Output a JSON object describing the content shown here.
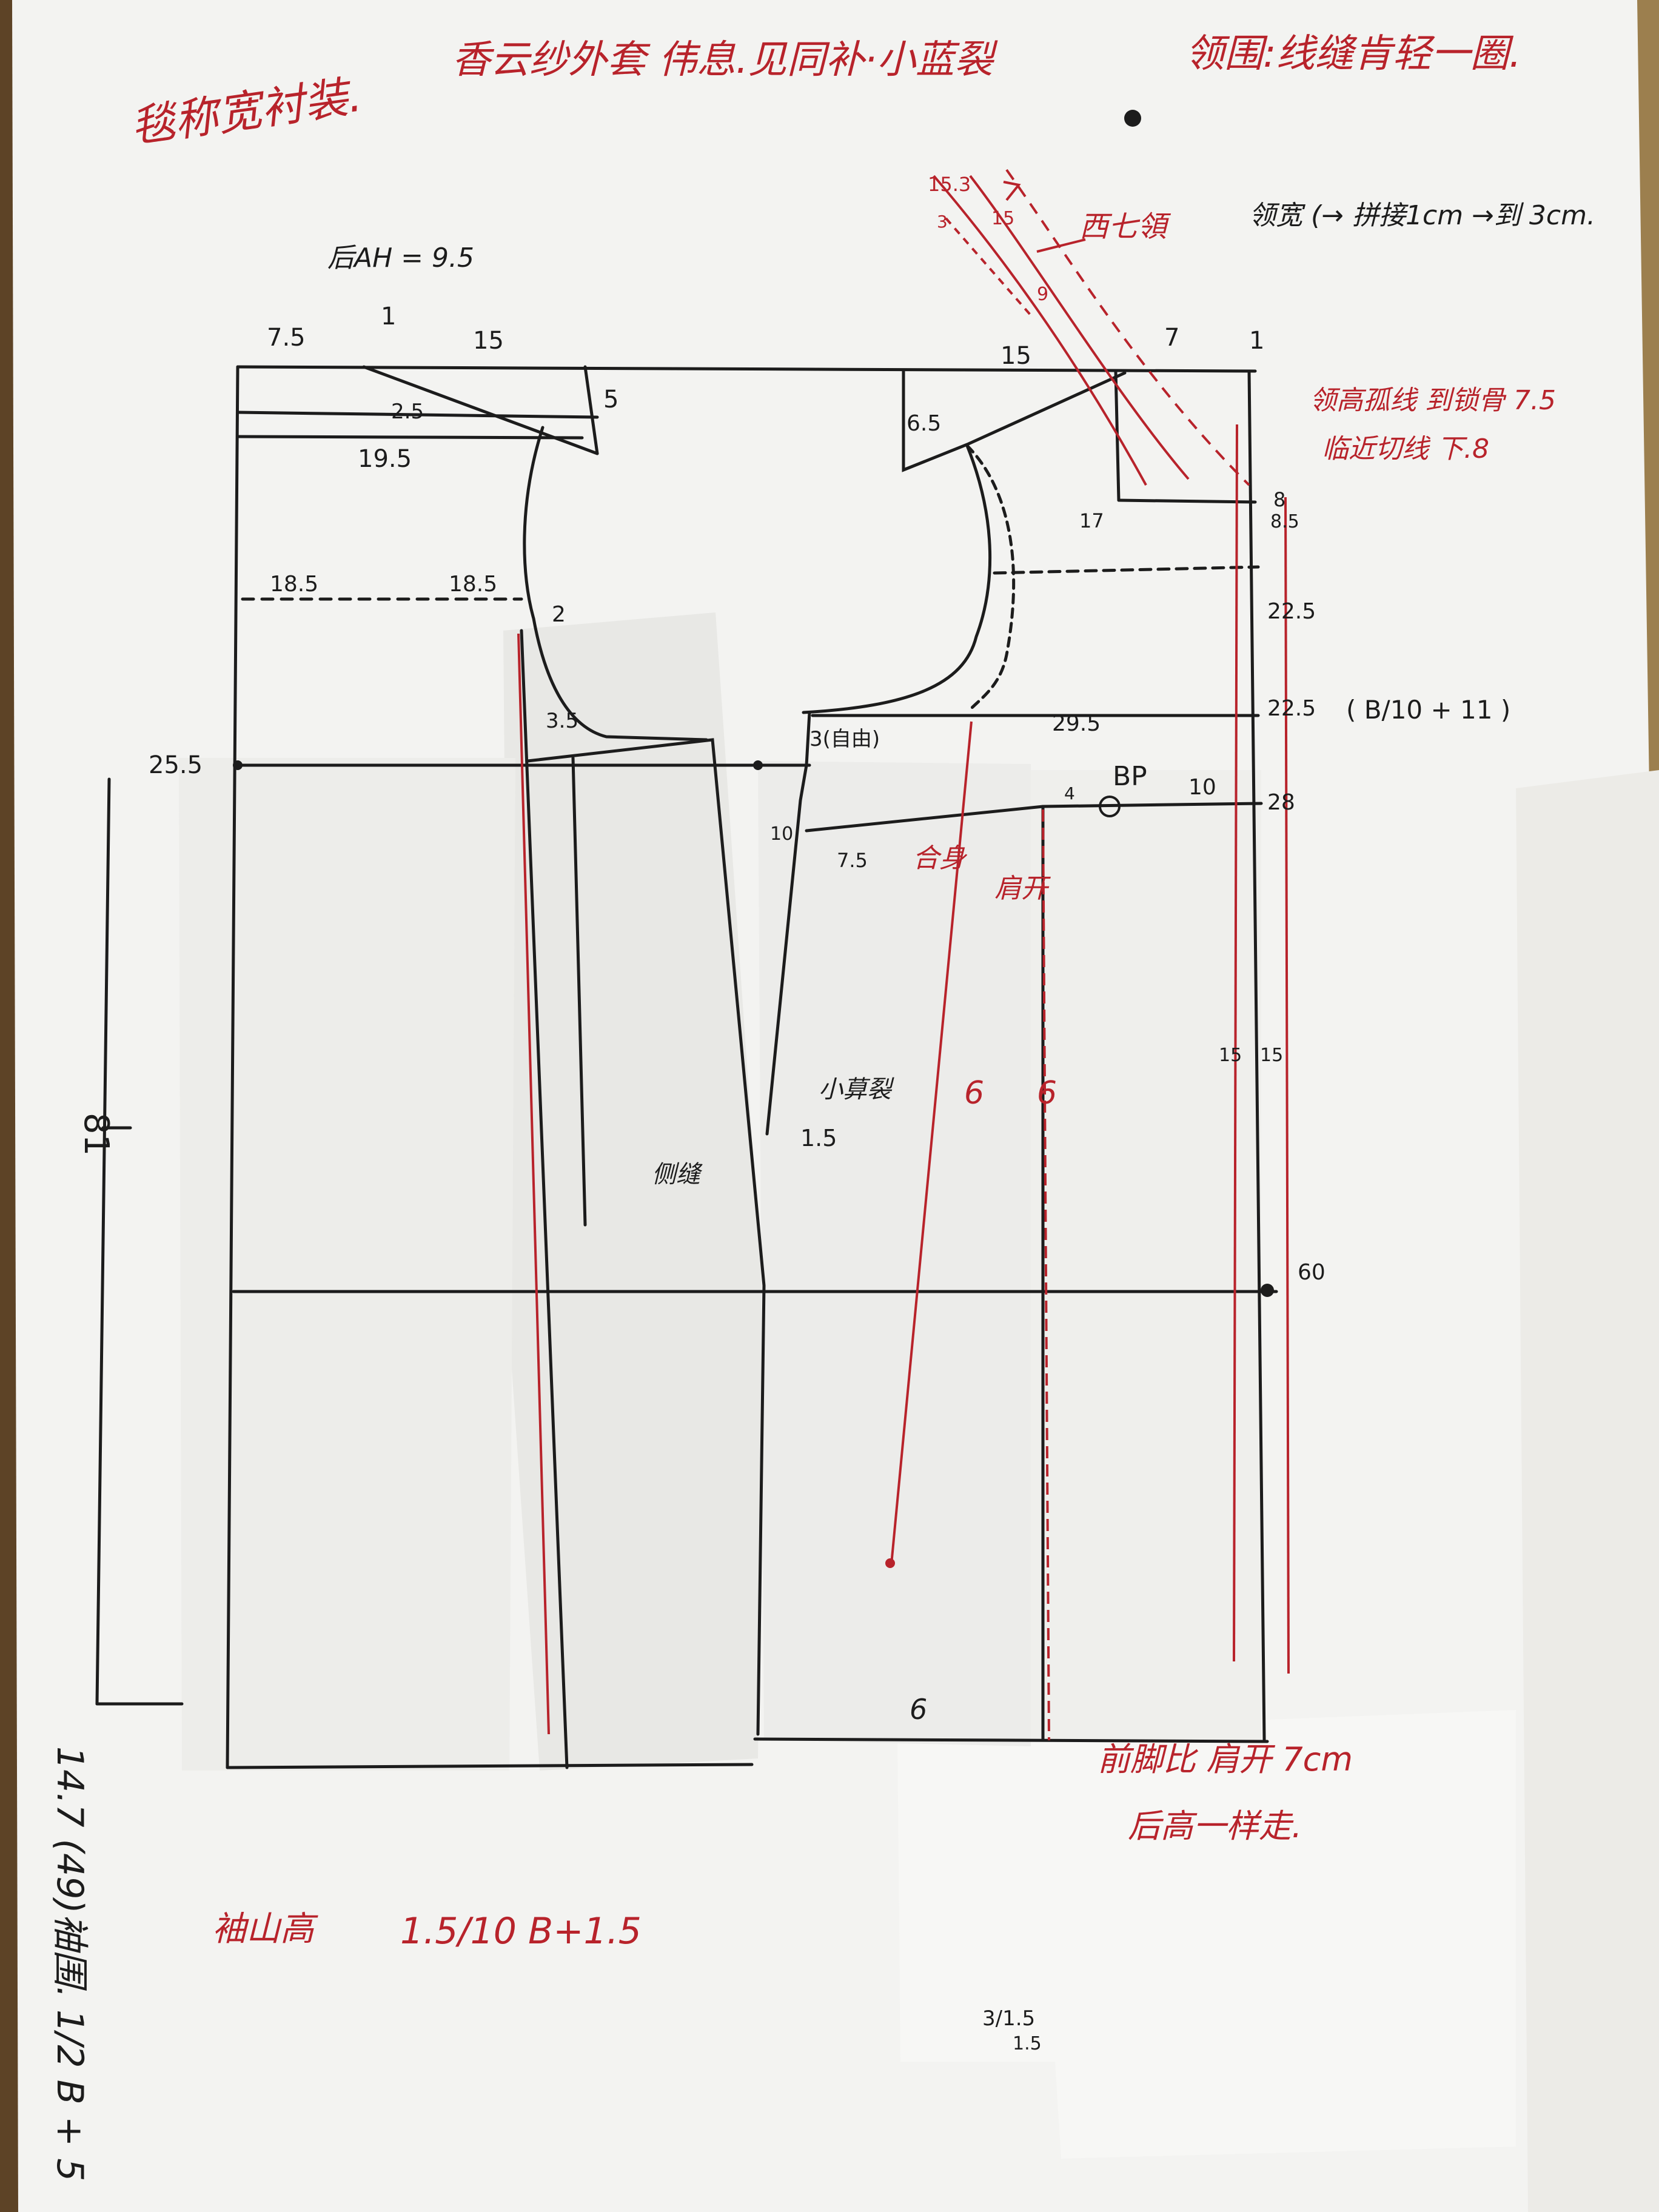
{
  "colors": {
    "table": "#9c7f4e",
    "paper": "#f4f4f2",
    "paper_shade": "#e9e9e6",
    "black_ink": "#1c1c1c",
    "red_ink": "#b8232b"
  },
  "notes_red": {
    "top_left_title": "毯称宽衬装.",
    "top_center": "香云纱外套 伟息.见同补·小蓝裂",
    "top_right": "领围:线缝肯轻一圈.",
    "collar_label": "西七領",
    "right_note_1": "领高孤线 到锁骨 7.5",
    "right_note_2": "临近切线 下.8",
    "side_front": "合身",
    "front": "肩开",
    "cuff_note_1": "前脚比 肩开 7cm",
    "cuff_note_2": "后高一样走.",
    "bottom_formula_label": "袖山高",
    "bottom_formula": "1.5/10 B+1.5"
  },
  "notes_black": {
    "back_armhole": "后AH = 9.5",
    "collar_width_note": "领宽 (→ 拼接1cm →到 3cm."
  },
  "measurements": {
    "back_neck_w": "7.5",
    "back_neck_h": "1",
    "shoulder_len": "15",
    "shoulder_drop": "5",
    "back_slope": "2.5",
    "back_width_line": "19.5",
    "back_cross_l": "18.5",
    "back_cross_r": "18.5",
    "armhole_gap": "2",
    "back_depth": "25.5",
    "back_pit": "3.5",
    "side_dart_label": "3(自由)",
    "dart_10": "10",
    "dart_7_5": "7.5",
    "side_seam_1_5": "1.5",
    "small_insert": "小萛裂",
    "side_label": "侧缝",
    "front_shoulder": "15",
    "front_neck_6_5": "6.5",
    "front_neck_w": "7",
    "front_neck_h": "1",
    "collar_15_3": "15.3",
    "collar_15": "15",
    "collar_3": "3",
    "collar_9": "9",
    "collar_17": "17",
    "front_8": "8",
    "front_8_5": "8.5",
    "chest_line_1": "22.5",
    "chest_line_2": "22.5",
    "chest_formula": "( B/10 + 11 )",
    "front_width": "29.5",
    "bp_label": "BP",
    "bp_gap": "4",
    "bp_10": "10",
    "bp_line": "28",
    "waist_60": "60",
    "panel_15_a": "15",
    "panel_15_b": "15",
    "hem_6": "6",
    "total_length": "81",
    "side_formula": "14.7 (49)袖围. 1/2 B + 5",
    "bottom_small_1": "3/1.5",
    "bottom_small_2": "1.5"
  }
}
